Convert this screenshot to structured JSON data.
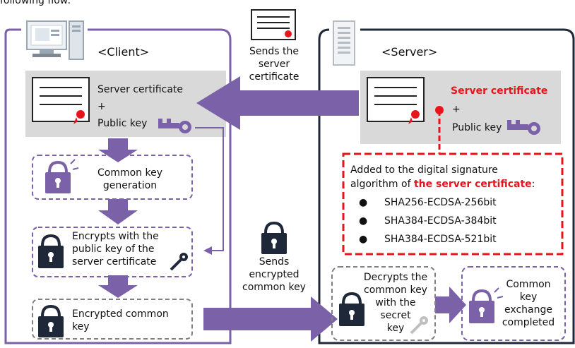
{
  "intro_text": "following flow:",
  "client": {
    "title": "<Client>",
    "server_cert_label": "Server certificate",
    "plus": "+",
    "public_key_label": "Public key",
    "common_key_generation": "Common key\ngeneration",
    "encrypts_with": "Encrypts with the\npublic key of the\nserver certificate",
    "encrypted_common_key": "Encrypted common\nkey"
  },
  "server": {
    "title": "<Server>",
    "server_cert_label": "Server certificate",
    "plus": "+",
    "public_key_label": "Public key",
    "callout_intro": "Added to the digital signature",
    "callout_line2_prefix": "algorithm of ",
    "callout_line2_emph": "the server certificate",
    "callout_line2_suffix": ":",
    "algorithms": [
      "SHA256-ECDSA-256bit",
      "SHA384-ECDSA-384bit",
      "SHA384-ECDSA-521bit"
    ],
    "decrypts": "Decrypts the\ncommon key\nwith the\nsecret\nkey",
    "completed": "Common\nkey\nexchange\ncompleted"
  },
  "middle": {
    "sends_cert": "Sends the\nserver\ncertificate",
    "sends_key": "Sends\nencrypted\ncommon key"
  },
  "colors": {
    "purple": "#7b62a8",
    "dark_navy": "#1f2838",
    "gray_box": "#d9d9d9",
    "red": "#e8141b",
    "dashed_gray": "#808080"
  }
}
